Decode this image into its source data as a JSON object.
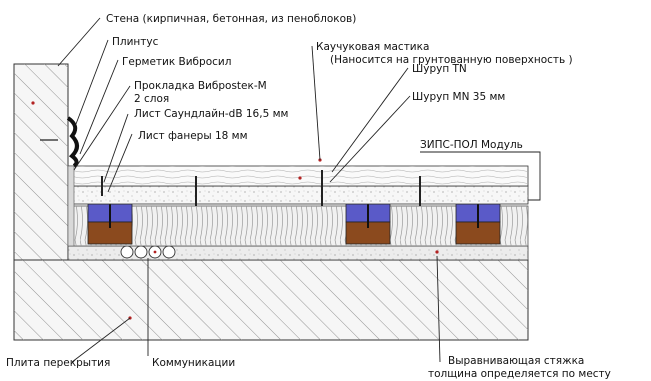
{
  "labels": {
    "wall": "Стена (кирпичная, бетонная, из пеноблоков)",
    "baseboard": "Плинтус",
    "sealant": "Герметик Вибросил",
    "gasket": "Прокладка Виброstек-М",
    "gasket_layers": "2 слоя",
    "soundline": "Лист Саундлайн-dB 16,5 мм",
    "plywood": "Лист фанеры 18 мм",
    "mastic": "Каучуковая мастика",
    "mastic_note": "(Наносится на грунтованную поверхность )",
    "screw_tn": "Шуруп TN",
    "screw_mn": "Шуруп MN 35 мм",
    "zips_module": "ЗИПС-ПОЛ Модуль",
    "slab": "Плита перекрытия",
    "utilities": "Коммуникации",
    "screed": "Выравнивающая стяжка",
    "screed_note": "толщина определяется по месту"
  },
  "colors": {
    "line": "#2a2a2a",
    "hatch": "#777777",
    "block_blue": "#5a5ac8",
    "block_brown": "#8b4a1e",
    "wool": "#b8b8b8",
    "marker": "#b22222"
  }
}
